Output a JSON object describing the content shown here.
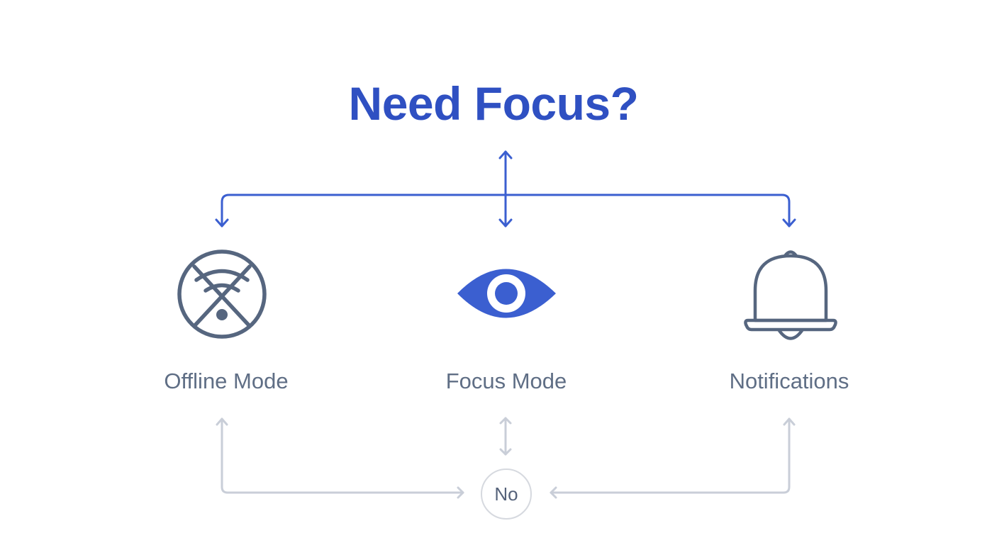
{
  "title": "Need Focus?",
  "colors": {
    "accent": "#3b5fd0",
    "title": "#2f50c2",
    "icon_gray": "#56667f",
    "label_gray": "#5f6e85",
    "connector_gray": "#c9ced8",
    "no_text": "#55627a"
  },
  "nodes": [
    {
      "id": "offline",
      "label": "Offline Mode",
      "icon": "wifi-off-icon"
    },
    {
      "id": "focus",
      "label": "Focus Mode",
      "icon": "eye-icon"
    },
    {
      "id": "notifications",
      "label": "Notifications",
      "icon": "bell-icon"
    }
  ],
  "decision": {
    "label": "No"
  },
  "edges": [
    {
      "from": "Need Focus?",
      "to": "Offline Mode",
      "style": "blue-arrow"
    },
    {
      "from": "Need Focus?",
      "to": "Focus Mode",
      "style": "blue-double-arrow"
    },
    {
      "from": "Need Focus?",
      "to": "Notifications",
      "style": "blue-arrow"
    },
    {
      "from": "No",
      "to": "Offline Mode",
      "style": "gray-arrow"
    },
    {
      "from": "No",
      "to": "Focus Mode",
      "style": "gray-double-arrow"
    },
    {
      "from": "No",
      "to": "Notifications",
      "style": "gray-arrow"
    }
  ]
}
